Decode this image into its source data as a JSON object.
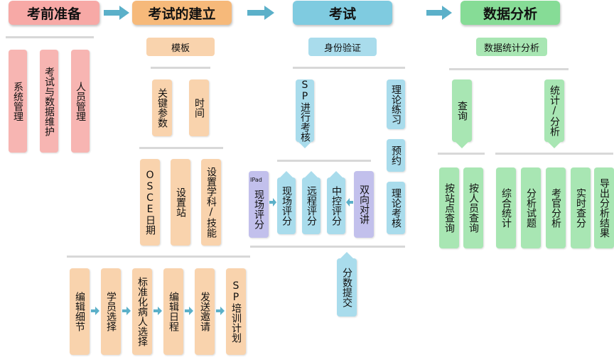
{
  "colors": {
    "pink_head": "#f7a9a6",
    "pink_box": "#f7b5b2",
    "orange_head": "#f6b97a",
    "orange_box": "#f9d3ad",
    "blue_head": "#7fcbe0",
    "blue_box": "#a9dcec",
    "purple_box": "#c2c0ec",
    "green_head": "#86dc96",
    "green_box": "#a8e6b3",
    "arrow": "#5bb0c9"
  },
  "stages": {
    "prep": {
      "title": "考前准备",
      "items": [
        "系统管理",
        "考试与数据维护",
        "人员管理"
      ]
    },
    "build": {
      "title": "考试的建立",
      "template": "模板",
      "template_items": [
        "关键参数",
        "时间"
      ],
      "schedule_items": [
        "OSCE日期",
        "设置站",
        "设置学科/技能"
      ],
      "flow_items": [
        "编辑细节",
        "学员选择",
        "标准化病人选择",
        "编辑日程",
        "发送邀请",
        "SP培训计划"
      ]
    },
    "exam": {
      "title": "考试",
      "verify": "身份验证",
      "sp_assess": "SP进行考核",
      "theory_practice": "理论练习",
      "reserve": "预约",
      "theory_exam": "理论考核",
      "ipad_label": "IPad",
      "ipad_score": "现场评分",
      "modes": [
        "现场评分",
        "远程评分",
        "中控评分",
        "双向对讲"
      ],
      "submit": "分数提交"
    },
    "analysis": {
      "title": "数据分析",
      "stats": "数据统计分析",
      "query": "查询",
      "stat_analysis": "统计/分析",
      "query_items": [
        "按站点查询",
        "按人员查询"
      ],
      "stat_items": [
        "综合统计",
        "分析试题",
        "考官分析",
        "实时查分",
        "导出分析结果"
      ]
    }
  }
}
